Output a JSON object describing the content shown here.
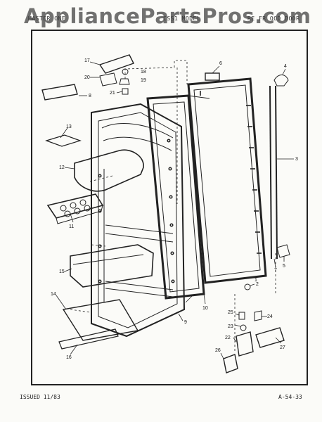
{
  "header": {
    "left": "MASTER ONE",
    "center": "CSS1 MODEL",
    "right": "RE FR OOD DOOR"
  },
  "watermark": "AppliancePartsPros.com",
  "footer": {
    "issued": "ISSUED 11/83",
    "page_code": "A-54-33"
  },
  "part_labels": [
    "1",
    "2",
    "3",
    "4",
    "5",
    "6",
    "7",
    "8",
    "9",
    "10",
    "11",
    "12",
    "13",
    "14",
    "15",
    "16",
    "17",
    "18",
    "19",
    "20",
    "21",
    "22",
    "23",
    "24",
    "25",
    "26",
    "27"
  ]
}
